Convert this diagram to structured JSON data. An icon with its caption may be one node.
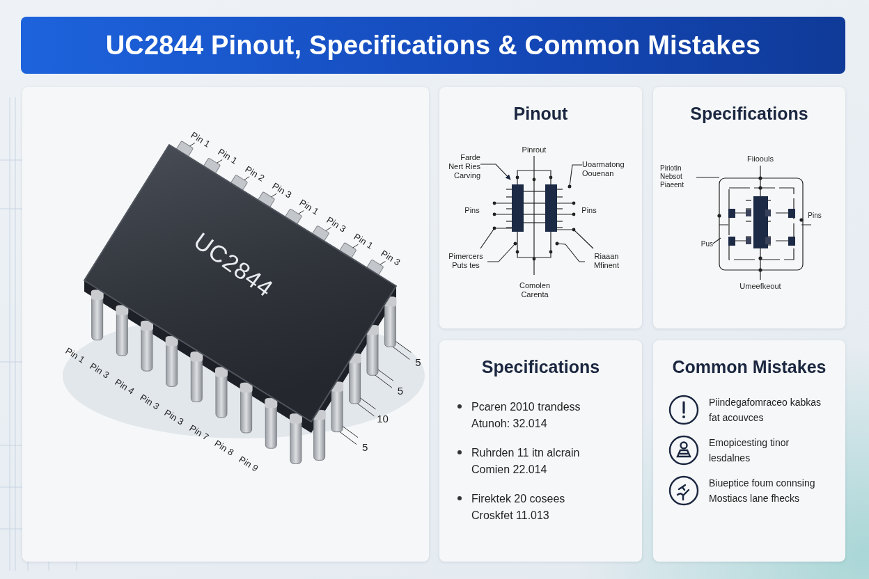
{
  "diagram": {
    "title": "UC2844 Pinout, Specifications & Common Mistakes",
    "nodes": [
      {
        "text": [],
        "shape": "box"
      },
      {
        "text": [
          "UC2844"
        ],
        "in": 0
      },
      {
        "text": [
          "Pinout"
        ]
      },
      {
        "text": [
          "Farde Nert Ries Carving"
        ],
        "in": 2
      },
      {
        "text": [
          "Uoarmatong Oouenan"
        ],
        "in": 2
      },
      {
        "text": [
          "Pimercers Puts tes"
        ],
        "in": 2
      },
      {
        "text": [
          "Riaaan Mfinent"
        ],
        "in": 2
      },
      {
        "text": [
          "Specifications"
        ]
      },
      {
        "text": [
          "Piriotin Nebsot Piaeent"
        ],
        "in": 7
      },
      {
        "text": [
          "Pus"
        ],
        "in": 7
      },
      {
        "text": [
          "Specifications",
          "Pcaren 2010 trandess Atunoh: 32.014",
          "Ruhrden 11 itn alcrain Comien 22.014",
          "Firektek 20 cosees Croskfet 11.013"
        ]
      },
      {
        "text": [
          "Common Mistakes",
          "Piindegafomraceo kabkas fat acouvces",
          "Emopicesting tinor lesdalnes",
          "Biueptice foum connsing Mostiacs lane fhecks"
        ]
      }
    ],
    "edges": [
      {
        "from": 3,
        "to": null,
        "arrow": "to"
      },
      {
        "from": 4,
        "to": null,
        "arrow": "other"
      },
      {
        "from": 5,
        "to": null,
        "arrow": "other"
      },
      {
        "from": 6,
        "to": null,
        "arrow": "other"
      },
      {
        "from": 8,
        "to": null,
        "arrow": "none"
      },
      {
        "from": 9,
        "to": null,
        "arrow": "none"
      }
    ],
    "labels": [
      "Pin 1",
      "Pin 1",
      "Pin 2",
      "Pin 3",
      "Pin 1",
      "Pin 3",
      "Pin 1",
      "Pin 3",
      "Pin 1",
      "Pin 3",
      "Pin 4",
      "Pin 3",
      "Pin 3",
      "Pin 7",
      "Pin 8",
      "Pin 9",
      "5",
      "5",
      "10",
      "5",
      "Pinrout",
      "Pins",
      "Pins",
      "Comolen Carenta",
      "Fiioouls",
      "Pins",
      "Umeefkeout"
    ]
  }
}
